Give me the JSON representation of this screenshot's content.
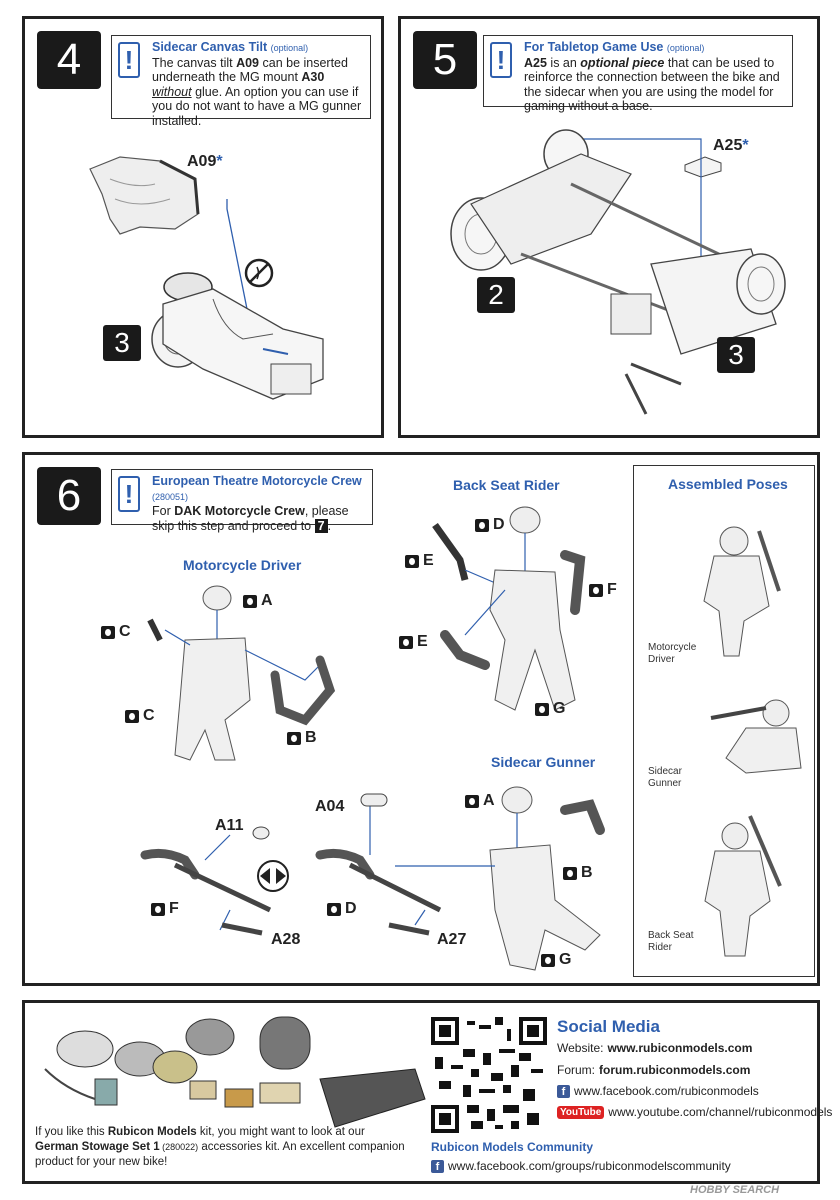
{
  "step4": {
    "number": "4",
    "note_title": "Sidecar Canvas Tilt",
    "note_optional": "(optional)",
    "note_text_a": "The canvas tilt ",
    "note_part1": "A09",
    "note_text_b": " can be inserted underneath the MG mount ",
    "note_part2": "A30",
    "note_text_c": "without",
    "note_text_d": " glue.  An option you can use if you do not want to have a MG gunner installed.",
    "part_label": "A09",
    "star": "*",
    "ref_number": "3"
  },
  "step5": {
    "number": "5",
    "note_title": "For Tabletop Game Use",
    "note_optional": "(optional)",
    "note_part": "A25",
    "note_text_a": " is an ",
    "note_emph": "optional piece",
    "note_text_b": " that can be used to reinforce the connection between the bike and the sidecar when you are using the model for gaming without a base.",
    "part_label": "A25",
    "star": "*",
    "ref_left": "2",
    "ref_right": "3"
  },
  "step6": {
    "number": "6",
    "note_title": "European Theatre Motorcycle Crew",
    "note_code": "(280051)",
    "note_text_a": "For ",
    "note_bold": "DAK Motorcycle Crew",
    "note_text_b": ", please skip this step and proceed to ",
    "note_step": "7",
    "note_end": ".",
    "motorcycle_driver": "Motorcycle Driver",
    "back_seat_rider": "Back Seat Rider",
    "sidecar_gunner": "Sidecar Gunner",
    "assembled_poses": "Assembled Poses",
    "driver_parts": [
      "A",
      "C",
      "C",
      "B"
    ],
    "rider_parts": [
      "D",
      "E",
      "F",
      "E",
      "G"
    ],
    "gunner_parts": [
      "A",
      "B",
      "G"
    ],
    "weapon_parts": [
      "A11",
      "A04",
      "F",
      "D",
      "A28",
      "A27"
    ],
    "poses": [
      "Motorcycle Driver",
      "Sidecar Gunner",
      "Back Seat Rider"
    ]
  },
  "footer": {
    "promo_a": "If you like this ",
    "promo_brand": "Rubicon Models",
    "promo_b": " kit, you might want to look at our ",
    "promo_kit": "German Stowage Set 1",
    "promo_code": " (280022)",
    "promo_c": " accessories kit.  An excellent companion product for your new bike!",
    "social_title": "Social Media",
    "website_label": "Website: ",
    "website": "www.rubiconmodels.com",
    "forum_label": "Forum: ",
    "forum": "forum.rubiconmodels.com",
    "facebook": "www.facebook.com/rubiconmodels",
    "youtube_badge": "YouTube",
    "youtube": "www.youtube.com/channel/rubiconmodels",
    "community_title": "Rubicon Models Community",
    "community_fb": "www.facebook.com/groups/rubiconmodelscommunity",
    "watermark": "HOBBY SEARCH"
  },
  "colors": {
    "accent_blue": "#2f5fae",
    "black": "#1a1a1a"
  }
}
